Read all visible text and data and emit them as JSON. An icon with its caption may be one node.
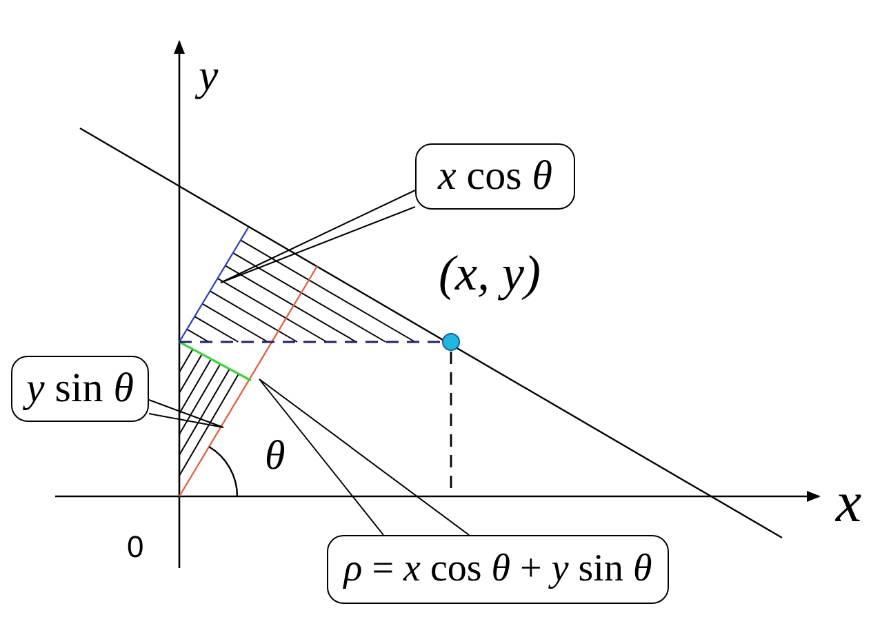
{
  "diagram": {
    "nodes": [
      {
        "text": [
          "*x* cos *θ*"
        ]
      },
      {
        "text": [
          "*y* sin *θ*"
        ]
      },
      {
        "text": [
          "*ρ* = *x* cos *θ* + *y* sin *θ*"
        ]
      }
    ],
    "edges": [
      {
        "from": 0,
        "to": null,
        "arrow": "none"
      },
      {
        "from": 1,
        "to": null,
        "arrow": "none"
      },
      {
        "from": 2,
        "to": null,
        "arrow": "none"
      }
    ],
    "labels": [
      "y",
      "(x, y)",
      "θ",
      "x",
      "0"
    ]
  }
}
